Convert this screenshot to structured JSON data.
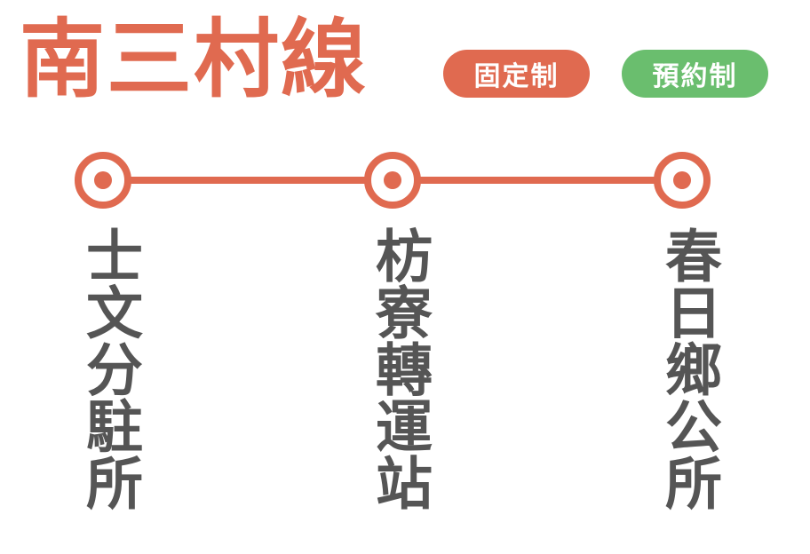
{
  "route": {
    "title": "南三村線",
    "badges": {
      "fixed": "固定制",
      "reservation": "預約制"
    },
    "colors": {
      "route": "#e06a50",
      "reservation_badge": "#6abe6e",
      "stop_text": "#555555"
    },
    "stops": [
      {
        "name": "士文分駐所"
      },
      {
        "name": "枋寮轉運站"
      },
      {
        "name": "春日鄉公所"
      }
    ]
  }
}
